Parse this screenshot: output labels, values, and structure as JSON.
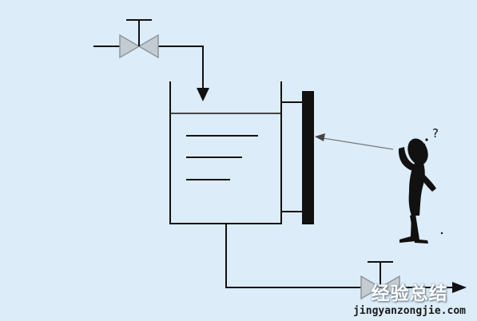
{
  "diagram": {
    "kind": "tank level measurement schematic",
    "colors": {
      "background": "#dcecf9",
      "line": "#111111",
      "valve_fill": "#c4ccd2",
      "valve_stroke": "#8c969d",
      "sensor_arrow": "#7a7a7a",
      "gauge_bar": "#111111"
    },
    "components": [
      {
        "id": "inlet-valve",
        "icon": "gate-valve-icon"
      },
      {
        "id": "tank",
        "icon": "open-tank-icon",
        "liquid_level_lines": 3
      },
      {
        "id": "level-gauge",
        "icon": "sight-glass-icon"
      },
      {
        "id": "outlet-valve",
        "icon": "gate-valve-icon"
      },
      {
        "id": "observer",
        "icon": "thinking-person-icon",
        "thought_marks": "?"
      }
    ]
  },
  "watermark": {
    "title": "经验总结",
    "url": "jingyanzongjie.com"
  }
}
